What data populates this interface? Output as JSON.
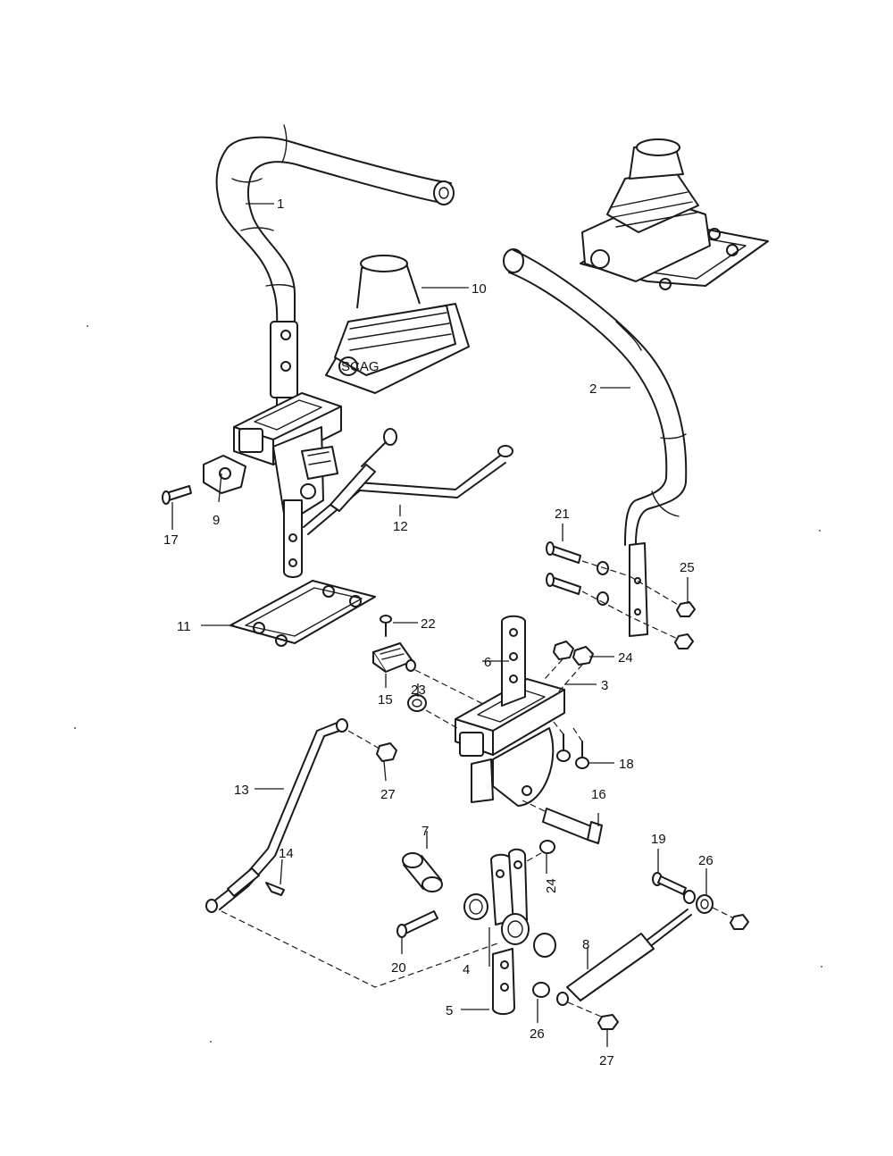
{
  "callouts": [
    {
      "id": "1",
      "label": "1"
    },
    {
      "id": "2",
      "label": "2"
    },
    {
      "id": "3",
      "label": "3"
    },
    {
      "id": "4",
      "label": "4"
    },
    {
      "id": "5",
      "label": "5"
    },
    {
      "id": "6",
      "label": "6"
    },
    {
      "id": "7",
      "label": "7"
    },
    {
      "id": "8",
      "label": "8"
    },
    {
      "id": "9",
      "label": "9"
    },
    {
      "id": "10",
      "label": "10"
    },
    {
      "id": "11",
      "label": "11"
    },
    {
      "id": "12",
      "label": "12"
    },
    {
      "id": "13",
      "label": "13"
    },
    {
      "id": "14",
      "label": "14"
    },
    {
      "id": "15",
      "label": "15"
    },
    {
      "id": "16",
      "label": "16"
    },
    {
      "id": "17",
      "label": "17"
    },
    {
      "id": "18",
      "label": "18"
    },
    {
      "id": "19",
      "label": "19"
    },
    {
      "id": "20",
      "label": "20"
    },
    {
      "id": "21",
      "label": "21"
    },
    {
      "id": "22",
      "label": "22"
    },
    {
      "id": "23",
      "label": "23"
    },
    {
      "id": "24a",
      "label": "24"
    },
    {
      "id": "24b",
      "label": "24"
    },
    {
      "id": "25",
      "label": "25"
    },
    {
      "id": "26a",
      "label": "26"
    },
    {
      "id": "26b",
      "label": "26"
    },
    {
      "id": "27a",
      "label": "27"
    },
    {
      "id": "27b",
      "label": "27"
    }
  ],
  "boot_logo": "SCAG",
  "colors": {
    "ink": "#1a1a1a",
    "paper": "#ffffff"
  }
}
